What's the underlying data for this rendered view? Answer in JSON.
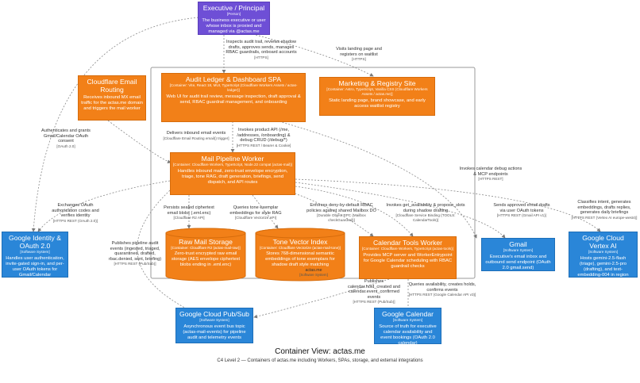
{
  "diagram": {
    "title": "Container View: actas.me",
    "subtitle": "C4 Level 2 — Containers of actas.me including Workers, SPAs, storage, and external integrations",
    "boundary": {
      "name": "actas.me",
      "type": "[Software System]"
    }
  },
  "nodes": {
    "exec": {
      "name": "Executive / Principal",
      "type": "[Person]",
      "desc": "The business executive or user whose inbox is proxied and managed via @actas.me"
    },
    "email_routing": {
      "name": "Cloudflare Email Routing",
      "type": "",
      "desc": "Receives inbound MX email traffic for the actas.me domain and triggers the mail worker"
    },
    "audit_spa": {
      "name": "Audit Ledger & Dashboard SPA",
      "type": "[Container: Vite, React 18, MUI, TypeScript (Cloudflare Workers Assets / actas-ledger)]",
      "desc": "Web UI for audit trail review, message inspection, draft approval & send, RBAC guardrail management, and onboarding"
    },
    "marketing": {
      "name": "Marketing & Registry Site",
      "type": "[Container: Astro, TypeScript, Vanilla CSS (Cloudflare Workers Assets / actas.me)]",
      "desc": "Static landing page, brand showcase, and early access waitlist registry"
    },
    "pipeline": {
      "name": "Mail Pipeline Worker",
      "type": "[Container: Cloudflare Workers, TypeScript, Node.22 compat (actas-mail)]",
      "desc": "Handles inbound mail, zero-trust envelope encryption, triage, tone RAG, draft generation, briefings, send dispatch, and API routes"
    },
    "raw_storage": {
      "name": "Raw Mail Storage",
      "type": "[Container: Cloudflare R2 (actas-mail-raw)]",
      "desc": "Zero-trust encrypted raw email storage (AES envelope ciphertext blobs ending in .eml.enc)"
    },
    "tone_index": {
      "name": "Tone Vector Index",
      "type": "[Container: Cloudflare Vectorize (actas-mail-tone)]",
      "desc": "Stores 768-dimensional semantic embeddings of tone exemplars for shadow draft style matching"
    },
    "calendar_worker": {
      "name": "Calendar Tools Worker",
      "type": "[Container: Cloudflare Workers, TypeScript (actas-tools)]",
      "desc": "Provides MCP server and WorkerEntrypoint for Google Calendar scheduling with RBAC guardrail checks"
    },
    "google_identity": {
      "name": "Google Identity & OAuth 2.0",
      "type": "[Software System]",
      "desc": "Handles user authentication, invite-gated sign-in, and per-user OAuth tokens for Gmail/Calendar"
    },
    "gmail": {
      "name": "Gmail",
      "type": "[Software System]",
      "desc": "Executive's email inbox and outbound send endpoint (OAuth 2.0 gmail.send)"
    },
    "vertex": {
      "name": "Google Cloud Vertex AI",
      "type": "[Software System]",
      "desc": "Hosts gemini-2.5-flash (triage), gemini-2.5-pro (drafting), and text-embedding-004 in region europe-west4"
    },
    "pubsub": {
      "name": "Google Cloud Pub/Sub",
      "type": "[Software System]",
      "desc": "Asynchronous event bus topic (actas-mail-events) for pipeline audit and telemetry events"
    },
    "gcal": {
      "name": "Google Calendar",
      "type": "[Software System]",
      "desc": "Source of truth for executive calendar availability and event bookings (OAuth 2.0 calendar)"
    }
  },
  "relations": [
    {
      "id": "r1",
      "text": "Inspects audit trail, reviews shadow drafts, approves sends, manages RBAC guardrails, onboard accounts",
      "tech": "[HTTPS]"
    },
    {
      "id": "r2",
      "text": "Visits landing page and registers on waitlist",
      "tech": "[HTTPS]"
    },
    {
      "id": "r3",
      "text": "Authenticates and grants Gmail/Calendar OAuth consent",
      "tech": "[OAuth 2.0]"
    },
    {
      "id": "r4",
      "text": "Delivers inbound email events",
      "tech": "[Cloudflare Email Routing email() trigger]"
    },
    {
      "id": "r5",
      "text": "Invokes product API (/me, /addresses, /onboarding) & debug CRUD (/debug/*)",
      "tech": "[HTTPS REST / Bearer & Cookie]"
    },
    {
      "id": "r6",
      "text": "Invokes calendar debug actions & MCP endpoints",
      "tech": "[HTTPS REST]"
    },
    {
      "id": "r7",
      "text": "Exchanges OAuth authorization codes and verifies identity",
      "tech": "[HTTPS REST (OAuth 2.0)]"
    },
    {
      "id": "r8",
      "text": "Persists sealed ciphertext email blobs (.eml.enc)",
      "tech": "[Cloudflare R2 API]"
    },
    {
      "id": "r9",
      "text": "Queries tone exemplar embeddings for style RAG",
      "tech": "[Cloudflare Vectorize API]"
    },
    {
      "id": "r10",
      "text": "Enforces deny-by-default RBAC policies against shared Mailbox DO",
      "tech": "[Durable Object RPC (Mailbox checkGuardrail)]"
    },
    {
      "id": "r11",
      "text": "Invokes get_availability & propose_slots during shadow drafting",
      "tech": "[Cloudflare Service Binding (TOOLS: CalendarTools)]"
    },
    {
      "id": "r12",
      "text": "Sends approved email drafts via user OAuth tokens",
      "tech": "[HTTPS REST (Gmail API v1)]"
    },
    {
      "id": "r13",
      "text": "Classifies intent, generates embeddings, drafts replies, generates daily briefings",
      "tech": "[HTTPS REST (Vertex AI europe-west4)]"
    },
    {
      "id": "r14",
      "text": "Publishes pipeline audit events (ingested, triaged, quarantined, drafted, rbac.denied, sent, briefing)",
      "tech": "[HTTPS REST (Pub/Sub)]"
    },
    {
      "id": "r15",
      "text": "Publishes calendar.hold_created and calendar.event_confirmed events",
      "tech": "[HTTPS REST (Pub/Sub)]"
    },
    {
      "id": "r16",
      "text": "Queries availability, creates holds, confirms events",
      "tech": "[HTTPS REST (Google Calendar API v3)]"
    }
  ],
  "colors": {
    "person": "#6e4fd6",
    "container": "#f28018",
    "external": "#2a86d8",
    "line": "#8a8a8a",
    "boundary": "#9a9a9a"
  }
}
